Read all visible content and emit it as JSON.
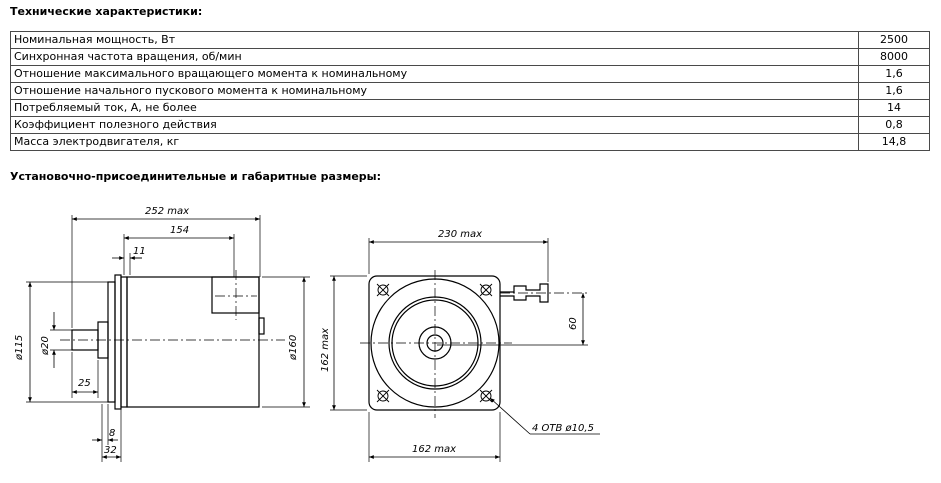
{
  "headings": {
    "specs": "Технические характеристики:",
    "dimensions": "Установочно-присоединительные и габаритные размеры:"
  },
  "specs_rows": [
    {
      "label": "Номинальная мощность, Вт",
      "value": "2500"
    },
    {
      "label": "Синхронная частота вращения, об/мин",
      "value": "8000"
    },
    {
      "label": "Отношение максимального вращающего момента к номинальному",
      "value": "1,6"
    },
    {
      "label": "Отношение начального пускового момента к номинальному",
      "value": "1,6"
    },
    {
      "label": "Потребляемый ток, А, не более",
      "value": "14"
    },
    {
      "label": "Коэффициент полезного действия",
      "value": "0,8"
    },
    {
      "label": "Масса электродвигателя, кг",
      "value": "14,8"
    }
  ],
  "drawing_labels": {
    "overall_length": "252 max",
    "body_length": "154",
    "flange_11": "11",
    "dia_115": "ø115",
    "dia_20": "ø20",
    "dia_160": "ø160",
    "shaft_25": "25",
    "flange_8": "8",
    "flange_32": "32",
    "width_230": "230 max",
    "height_162": "162 max",
    "offset_60": "60",
    "holes": "4 ОТВ ø10,5",
    "bottom_162": "162 max"
  }
}
